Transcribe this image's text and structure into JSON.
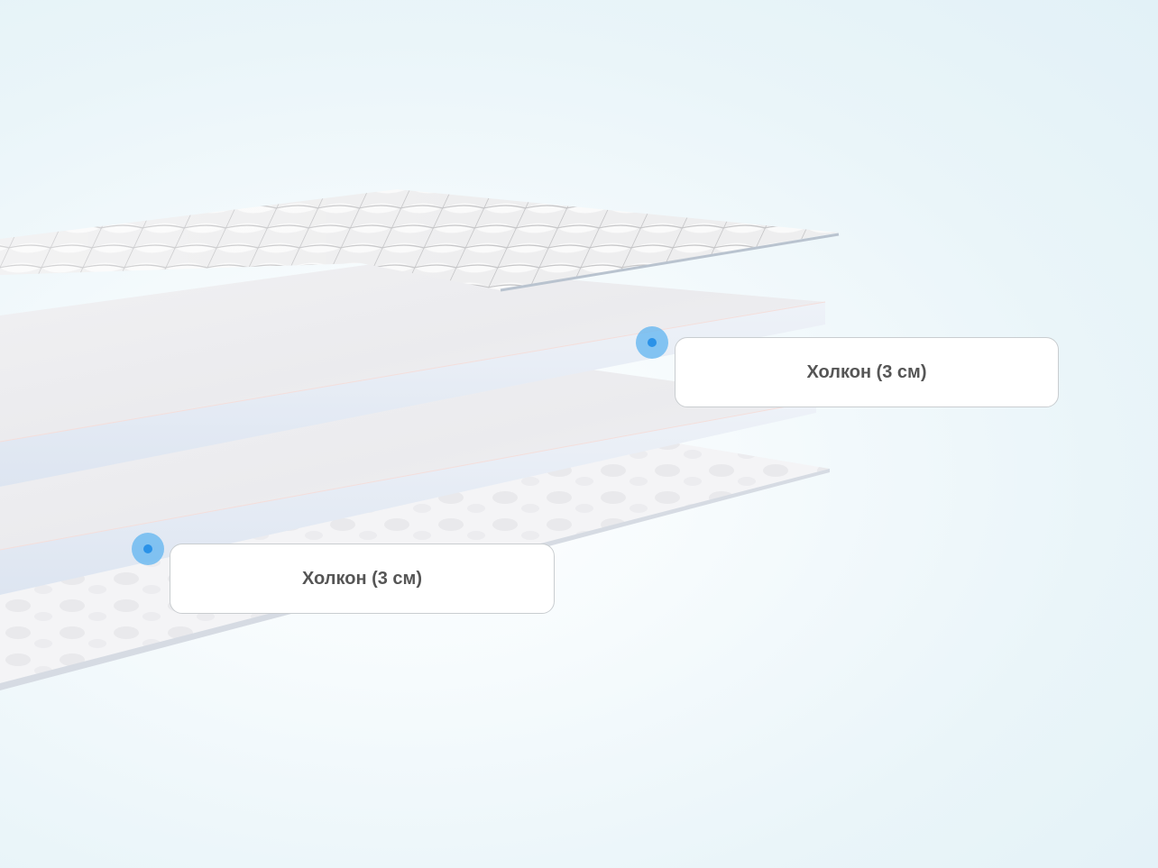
{
  "layers": [
    {
      "id": "top",
      "label": "Холкон (3 см)"
    },
    {
      "id": "bottom",
      "label": "Холкон (3 см)"
    }
  ],
  "colors": {
    "hotspot": "#5fb4f0",
    "hotspot_core": "#2a92e8",
    "label_text": "#555555",
    "label_border": "#c9cdd0"
  },
  "icons": {
    "hotspot": "info-dot-icon"
  }
}
